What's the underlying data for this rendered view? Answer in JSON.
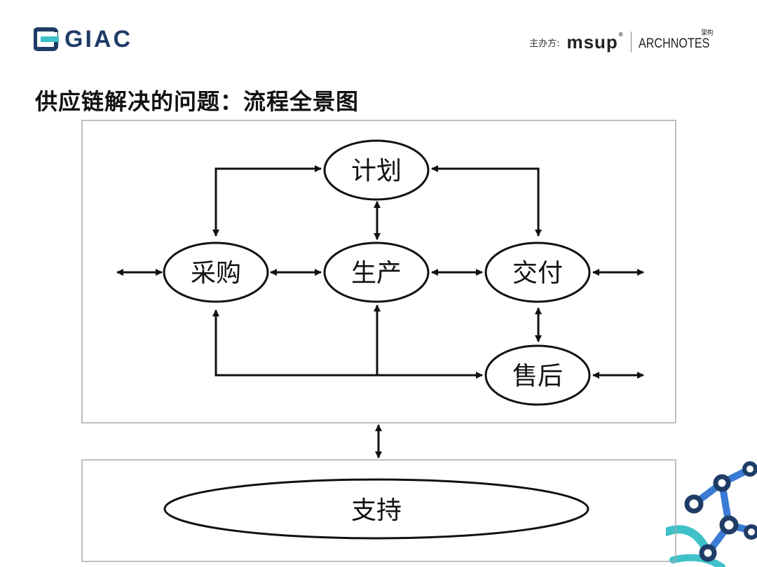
{
  "header": {
    "brand": "GIAC",
    "sponsor_label": "主办方:",
    "sponsor_msup": "msup",
    "sponsor_reg": "®",
    "sponsor_arch": "ARCHNOTES",
    "sponsor_arch_cn": "架构"
  },
  "title": "供应链解决的问题：流程全景图",
  "diagram": {
    "nodes": {
      "plan": "计划",
      "purchase": "采购",
      "production": "生产",
      "delivery": "交付",
      "aftersales": "售后",
      "support": "支持"
    }
  },
  "colors": {
    "brand_blue": "#1f3c66",
    "accent_teal": "#3ec1c9",
    "accent_blue": "#3a7bd5",
    "line": "#111111",
    "box_border": "#aaaaaa"
  }
}
